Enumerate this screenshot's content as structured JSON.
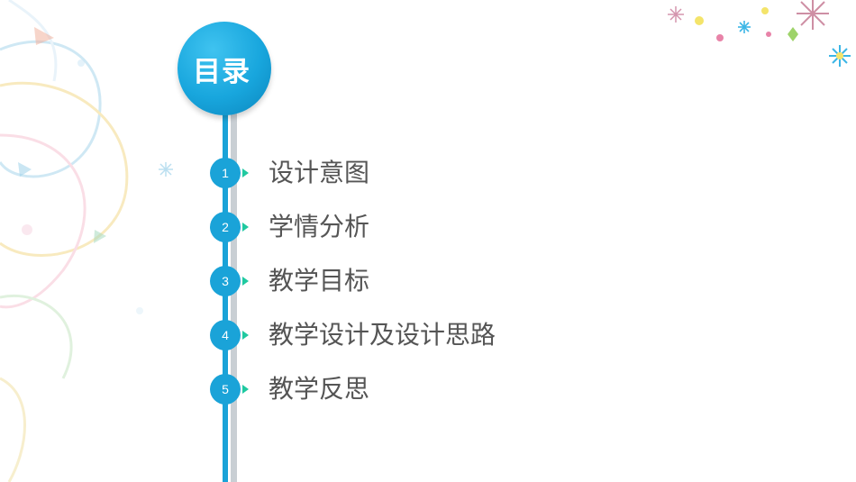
{
  "title": "目录",
  "menu": {
    "items": [
      {
        "number": "1",
        "label": "设计意图"
      },
      {
        "number": "2",
        "label": "学情分析"
      },
      {
        "number": "3",
        "label": "教学目标"
      },
      {
        "number": "4",
        "label": "教学设计及设计思路"
      },
      {
        "number": "5",
        "label": "教学反思"
      }
    ]
  },
  "colors": {
    "accent": "#1aa3d8",
    "pointer": "#1fc9a0",
    "text": "#555555"
  },
  "icons": [
    "sparkle-star-icon",
    "snowflake-icon",
    "pointer-triangle-icon"
  ]
}
